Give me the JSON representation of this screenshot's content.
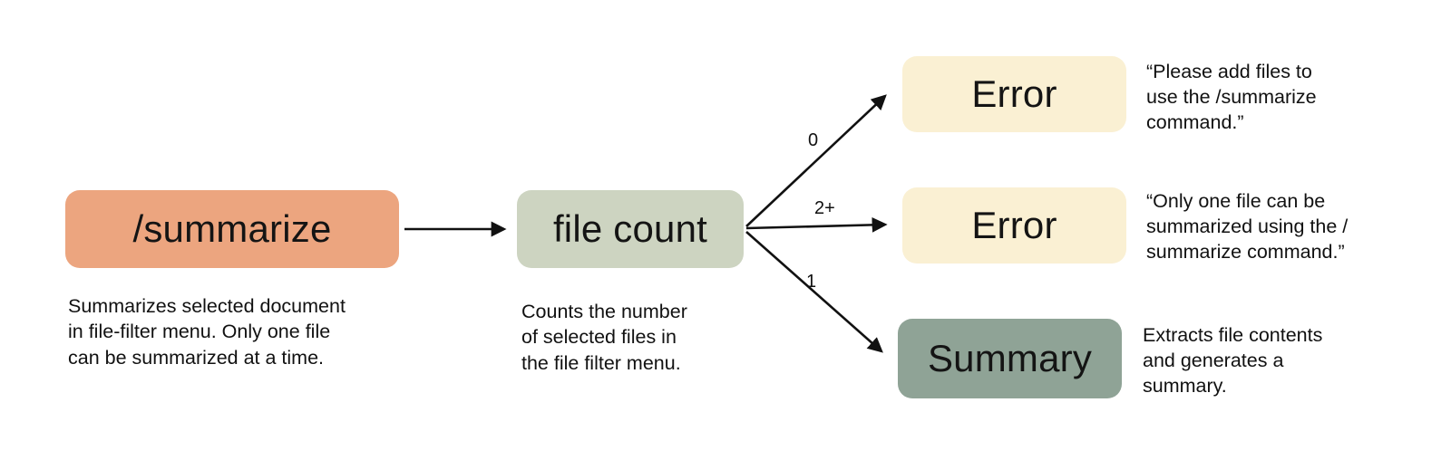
{
  "diagram": {
    "nodes": {
      "summarize": {
        "label": "/summarize",
        "fill": "#eca57f",
        "caption": "Summarizes selected document\nin file-filter menu. Only one file\ncan be summarized at a time."
      },
      "file_count": {
        "label": "file count",
        "fill": "#cdd4c1",
        "caption": "Counts the number\nof selected files in\nthe file filter menu."
      },
      "error_zero": {
        "label": "Error",
        "fill": "#faf0d3",
        "annotation": "“Please add files to\nuse the /summarize\ncommand.”"
      },
      "error_multiple": {
        "label": "Error",
        "fill": "#faf0d3",
        "annotation": "“Only one file can be\nsummarized using the /\nsummarize command.”"
      },
      "summary": {
        "label": "Summary",
        "fill": "#8fa396",
        "annotation": "Extracts file contents\nand generates a\nsummary."
      }
    },
    "edges": {
      "zero": {
        "label": "0"
      },
      "two_plus": {
        "label": "2+"
      },
      "one": {
        "label": "1"
      }
    },
    "colors": {
      "background": "#ffffff",
      "text": "#111111",
      "arrow": "#111111"
    }
  }
}
